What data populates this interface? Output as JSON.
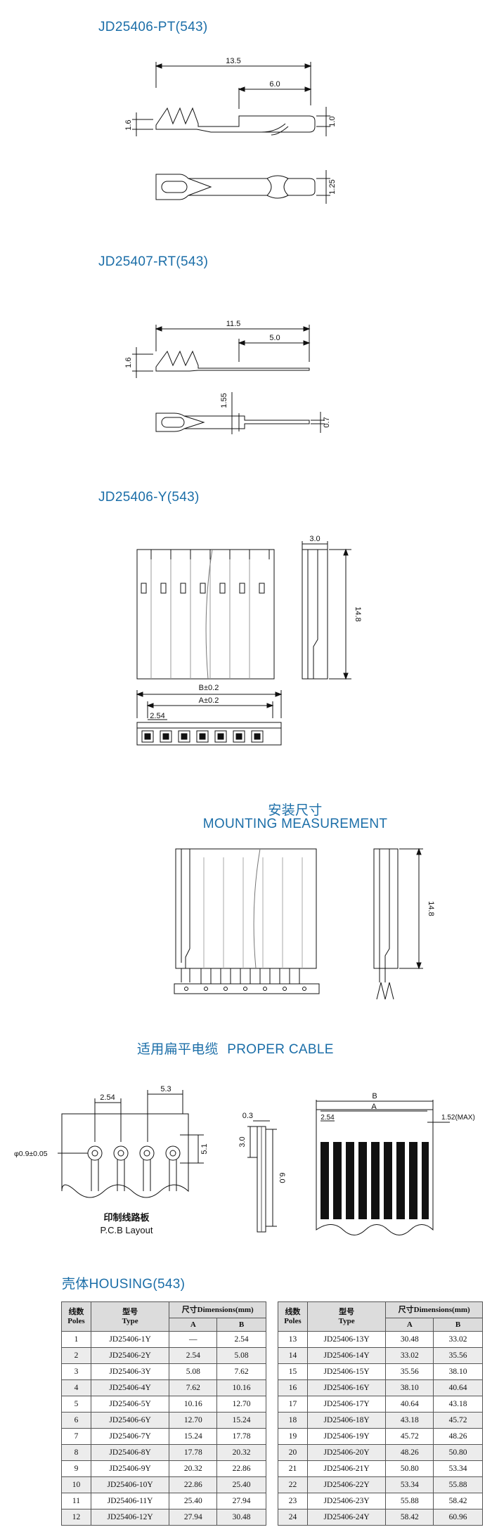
{
  "section1": {
    "title": "JD25406-PT(543)",
    "dims": {
      "length": "13.5",
      "sub": "6.0",
      "h_left": "1.6",
      "h_right": "1.0",
      "h_bottom": "1.25"
    }
  },
  "section2": {
    "title": "JD25407-RT(543)",
    "dims": {
      "length": "11.5",
      "sub": "5.0",
      "h_left": "1.6",
      "h_mid": "1.55",
      "h_right": "0.7"
    }
  },
  "section3": {
    "title": "JD25406-Y(543)",
    "dims": {
      "width": "3.0",
      "height": "14.8",
      "b": "B±0.2",
      "a": "A±0.2",
      "pitch": "2.54"
    }
  },
  "section4": {
    "title_cn": "安装尺寸",
    "title_en": "MOUNTING  MEASUREMENT",
    "dims": {
      "height": "14.8"
    }
  },
  "section5": {
    "title_cn": "适用扁平电缆",
    "title_en": "PROPER CABLE",
    "pcb": {
      "pitch": "2.54",
      "w": "5.3",
      "h": "5.1",
      "hole": "φ0.9±0.05",
      "label_cn": "印制线路板",
      "label_en": "P.C.B Layout"
    },
    "side": {
      "t": "0.3",
      "h1": "3.0",
      "h2": "6.0"
    },
    "cable": {
      "b": "B",
      "a": "A",
      "pitch": "2.54",
      "max": "1.52(MAX)"
    }
  },
  "section6": {
    "title": "壳体HOUSING(543)",
    "headers": {
      "poles_cn": "线数",
      "poles_en": "Poles",
      "type_cn": "型号",
      "type_en": "Type",
      "dim": "尺寸Dimensions(mm)",
      "a": "A",
      "b": "B"
    },
    "left_rows": [
      [
        "1",
        "JD25406-1Y",
        "—",
        "2.54"
      ],
      [
        "2",
        "JD25406-2Y",
        "2.54",
        "5.08"
      ],
      [
        "3",
        "JD25406-3Y",
        "5.08",
        "7.62"
      ],
      [
        "4",
        "JD25406-4Y",
        "7.62",
        "10.16"
      ],
      [
        "5",
        "JD25406-5Y",
        "10.16",
        "12.70"
      ],
      [
        "6",
        "JD25406-6Y",
        "12.70",
        "15.24"
      ],
      [
        "7",
        "JD25406-7Y",
        "15.24",
        "17.78"
      ],
      [
        "8",
        "JD25406-8Y",
        "17.78",
        "20.32"
      ],
      [
        "9",
        "JD25406-9Y",
        "20.32",
        "22.86"
      ],
      [
        "10",
        "JD25406-10Y",
        "22.86",
        "25.40"
      ],
      [
        "11",
        "JD25406-11Y",
        "25.40",
        "27.94"
      ],
      [
        "12",
        "JD25406-12Y",
        "27.94",
        "30.48"
      ]
    ],
    "right_rows": [
      [
        "13",
        "JD25406-13Y",
        "30.48",
        "33.02"
      ],
      [
        "14",
        "JD25406-14Y",
        "33.02",
        "35.56"
      ],
      [
        "15",
        "JD25406-15Y",
        "35.56",
        "38.10"
      ],
      [
        "16",
        "JD25406-16Y",
        "38.10",
        "40.64"
      ],
      [
        "17",
        "JD25406-17Y",
        "40.64",
        "43.18"
      ],
      [
        "18",
        "JD25406-18Y",
        "43.18",
        "45.72"
      ],
      [
        "19",
        "JD25406-19Y",
        "45.72",
        "48.26"
      ],
      [
        "20",
        "JD25406-20Y",
        "48.26",
        "50.80"
      ],
      [
        "21",
        "JD25406-21Y",
        "50.80",
        "53.34"
      ],
      [
        "22",
        "JD25406-22Y",
        "53.34",
        "55.88"
      ],
      [
        "23",
        "JD25406-23Y",
        "55.88",
        "58.42"
      ],
      [
        "24",
        "JD25406-24Y",
        "58.42",
        "60.96"
      ]
    ]
  }
}
